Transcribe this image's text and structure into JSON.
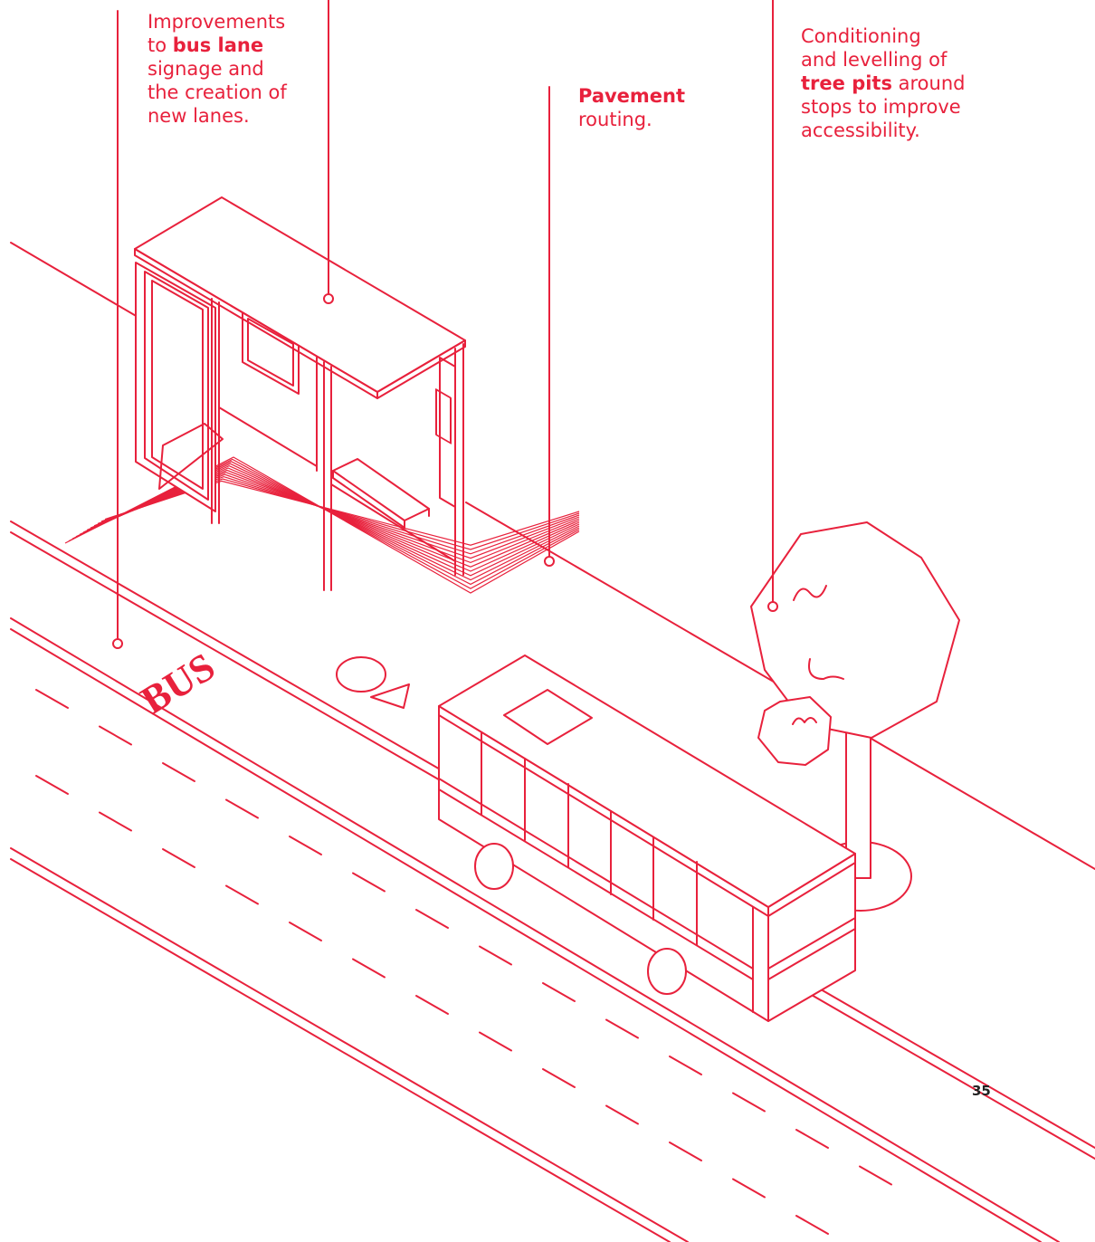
{
  "colors": {
    "accent": "#e8213c",
    "text_dark": "#222222",
    "background": "#ffffff"
  },
  "annotations": {
    "bus_lane": {
      "pre": "Improvements\nto ",
      "bold": "bus lane",
      "post": "\nsignage and\nthe creation of\nnew lanes."
    },
    "pavement": {
      "pre": "",
      "bold": "Pavement",
      "post": "\nrouting."
    },
    "tree_pits": {
      "pre": "Conditioning\nand levelling of\n",
      "bold": "tree pits",
      "post": " around\nstops to improve\naccessibility."
    }
  },
  "road_marking": "BUS",
  "page_number": "35"
}
